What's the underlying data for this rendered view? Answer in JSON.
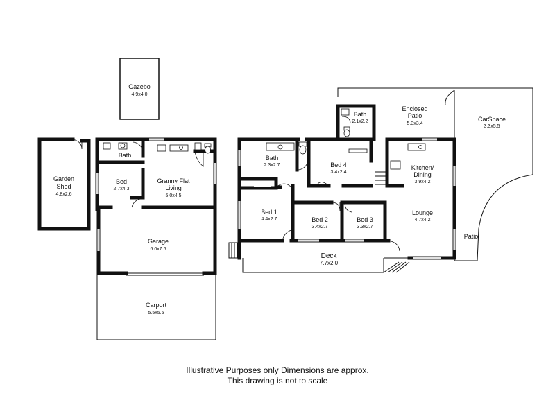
{
  "rooms": {
    "gazebo": {
      "name": "Gazebo",
      "dims": "4.9x4.0"
    },
    "shed": {
      "name_line1": "Garden",
      "name_line2": "Shed",
      "dims": "4.8x2.6"
    },
    "gf_bath": {
      "name": "Bath"
    },
    "gf_bed": {
      "name": "Bed",
      "dims": "2.7x4.3"
    },
    "gf_living": {
      "name_line1": "Granny Flat",
      "name_line2": "Living",
      "dims": "5.0x4.5"
    },
    "garage": {
      "name": "Garage",
      "dims": "6.0x7.6"
    },
    "carport": {
      "name": "Carport",
      "dims": "5.5x5.5"
    },
    "bath_main": {
      "name": "Bath",
      "dims": "2.3x2.7"
    },
    "bath_small": {
      "name": "Bath",
      "dims": "2.1x2.2"
    },
    "bed4": {
      "name": "Bed 4",
      "dims": "3.4x2.4"
    },
    "bed1": {
      "name": "Bed 1",
      "dims": "4.4x2.7"
    },
    "bed2": {
      "name": "Bed 2",
      "dims": "3.4x2.7"
    },
    "bed3": {
      "name": "Bed 3",
      "dims": "3.3x2.7"
    },
    "enclosed_patio": {
      "name_line1": "Enclosed",
      "name_line2": "Patio",
      "dims": "5.3x3.4"
    },
    "kitchen": {
      "name_line1": "Kitchen/",
      "name_line2": "Dining",
      "dims": "3.9x4.2"
    },
    "lounge": {
      "name": "Lounge",
      "dims": "4.7x4.2"
    },
    "deck": {
      "name": "Deck",
      "dims": "7.7x2.0"
    },
    "carspace": {
      "name": "CarSpace",
      "dims": "3.3x5.5"
    },
    "patio": {
      "name": "Patio"
    }
  },
  "disclaimer": {
    "line1": "Illustrative Purposes only Dimensions are approx.",
    "line2": "This drawing is not to scale"
  }
}
